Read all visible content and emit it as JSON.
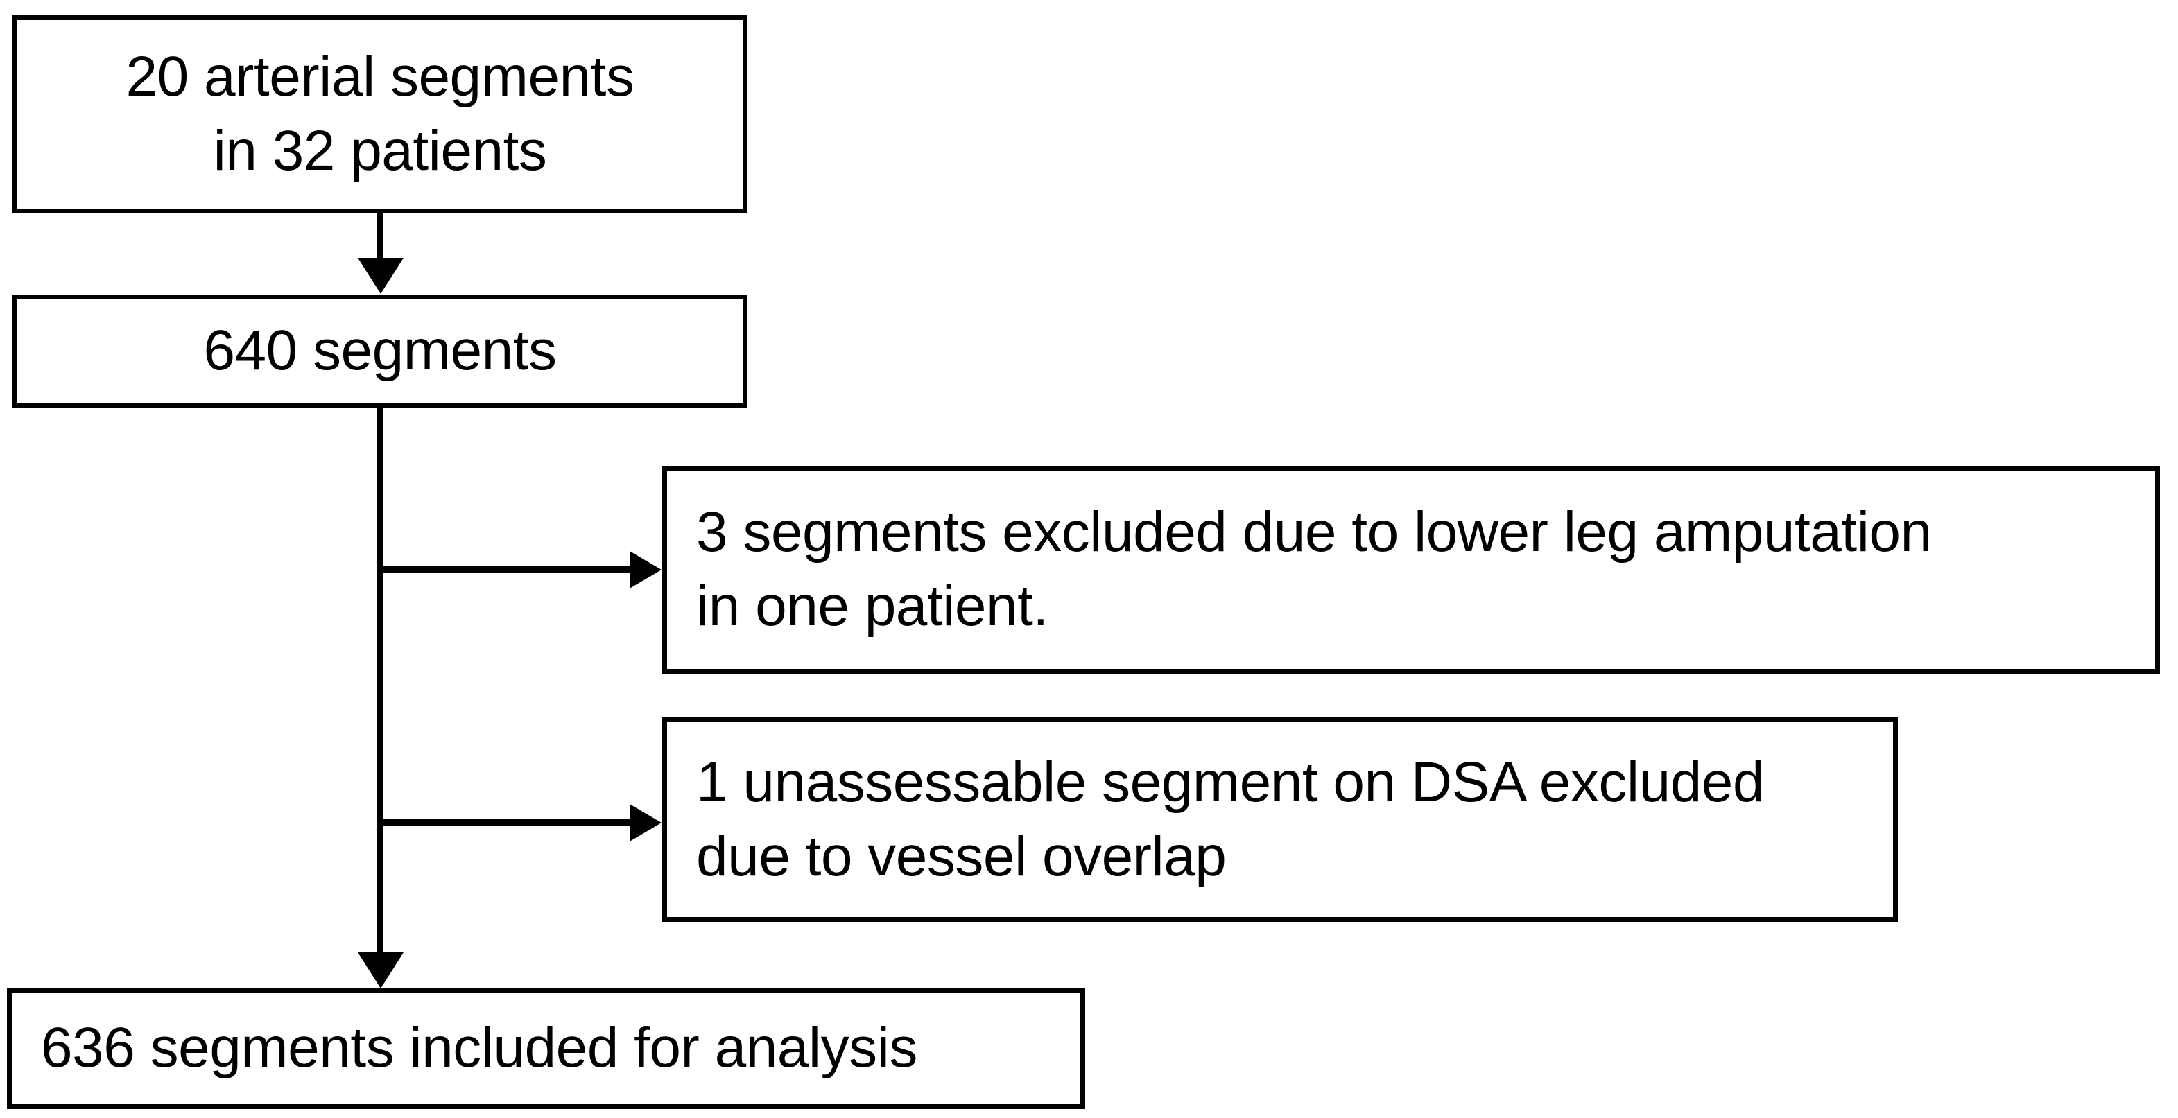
{
  "diagram": {
    "title": "Study segment inclusion flow diagram",
    "type": "flowchart",
    "stroke_color": "#000000",
    "fill_color": "#ffffff",
    "nodes": {
      "source": {
        "name": "source-population",
        "lines": [
          "20 arterial segments",
          "in 32 patients"
        ]
      },
      "segments": {
        "name": "total-segments",
        "lines": [
          "640 segments"
        ]
      },
      "excluded_amputation": {
        "name": "excluded-amputation",
        "lines": [
          "3 segments excluded due to lower leg amputation",
          "in one patient."
        ]
      },
      "excluded_dsa": {
        "name": "excluded-unassessable-dsa",
        "lines": [
          "1 unassessable segment on DSA excluded",
          "due to vessel overlap"
        ]
      },
      "included": {
        "name": "included-for-analysis",
        "lines": [
          "636 segments included for analysis"
        ]
      }
    },
    "connectors": [
      {
        "from": "source",
        "to": "segments",
        "direction": "down",
        "icon": "arrow-down-icon"
      },
      {
        "from": "segments",
        "to": "excluded_amputation",
        "direction": "right",
        "icon": "arrow-right-icon"
      },
      {
        "from": "segments",
        "to": "excluded_dsa",
        "direction": "right",
        "icon": "arrow-right-icon"
      },
      {
        "from": "segments",
        "to": "included",
        "direction": "down",
        "icon": "arrow-down-icon"
      }
    ]
  }
}
